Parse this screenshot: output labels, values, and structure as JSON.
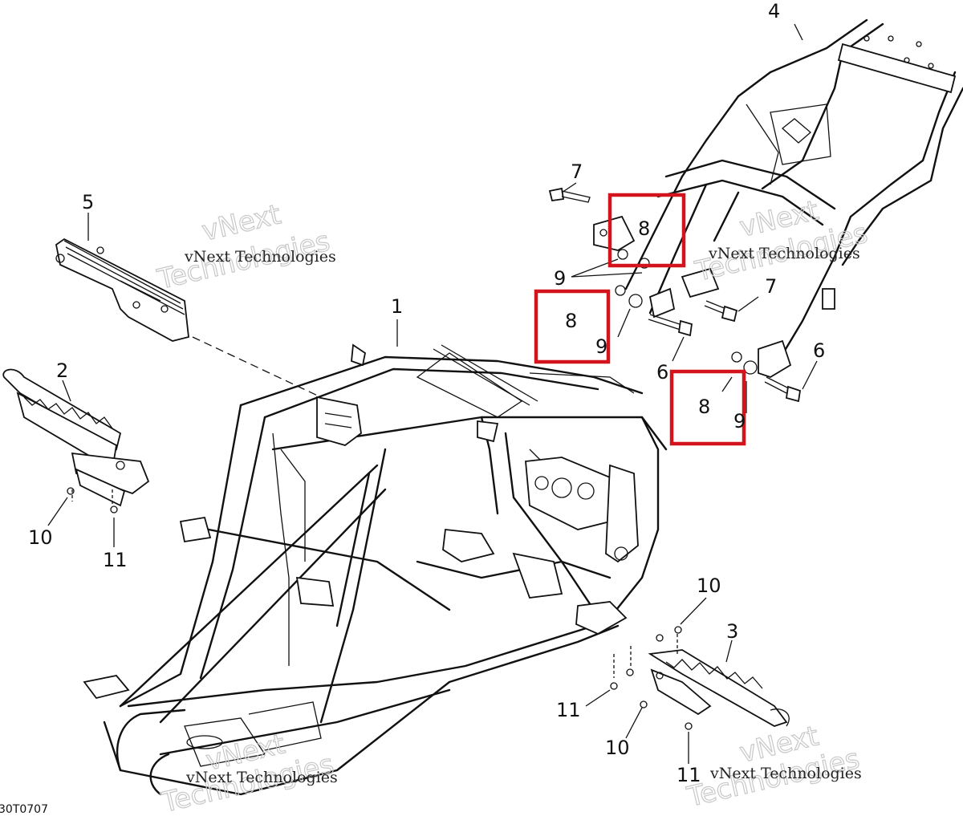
{
  "diagram": {
    "watermark_small": "vNext Technologies",
    "watermark_big_line1": "vNext",
    "watermark_big_line2": "Technologies",
    "figure_code": "30T0707",
    "callouts": {
      "frame_main": "1",
      "footrest_left": "2",
      "footrest_right": "3",
      "subframe_rear": "4",
      "guard_bracket": "5",
      "bolt_6a": "6",
      "bolt_6b": "6",
      "bolt_7a": "7",
      "bolt_7b": "7",
      "nut_8_boxed_top": "8",
      "nut_8_boxed_mid": "8",
      "nut_8_boxed_right": "8",
      "washer_9a": "9",
      "washer_9b": "9",
      "washer_9c": "9",
      "screw_10_left": "10",
      "screw_10_right_top": "10",
      "screw_10_right_bottom": "10",
      "nut_11_left": "11",
      "nut_11_right_left": "11",
      "nut_11_right_bottom": "11"
    },
    "highlight_color": "#d4141c"
  }
}
